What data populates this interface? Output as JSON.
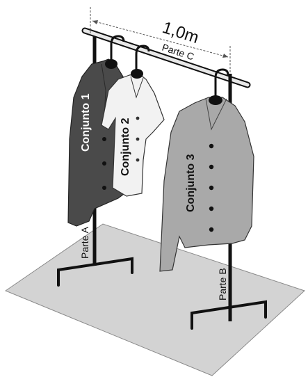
{
  "dimension_label": "1,0m",
  "parts": {
    "a": "Parte A",
    "b": "Parte B",
    "c": "Parte C"
  },
  "sets": {
    "set1": "Conjunto 1",
    "set2": "Conjunto 2",
    "set3": "Conjunto 3"
  },
  "colors": {
    "floor": "#cfcfcf",
    "pole": "#111111",
    "jacket_dark": "#4a4a4a",
    "shirt_white": "#f2f2f2",
    "jacket_grey": "#a9a9a9",
    "hanger": "#111111"
  }
}
